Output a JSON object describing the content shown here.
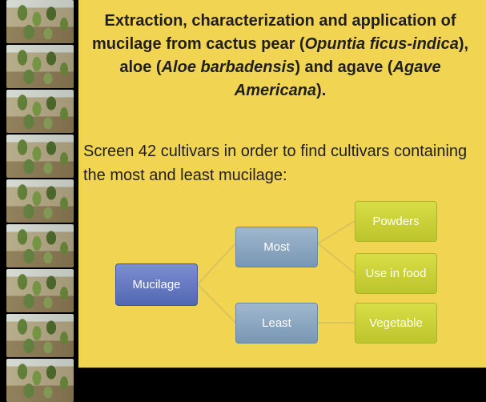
{
  "title": {
    "part1": "Extraction, characterization and application of mucilage from cactus pear (",
    "species1": "Opuntia ficus-indica",
    "part2": "), aloe (",
    "species2": "Aloe barbadensis",
    "part3": ") and agave (",
    "species3": "Agave Americana",
    "part4": ")."
  },
  "body": "Screen 42 cultivars in order to find cultivars containing the most and least mucilage:",
  "diagram": {
    "root": "Mucilage",
    "level1": [
      "Most",
      "Least"
    ],
    "level2": [
      "Powders",
      "Use in food",
      "Vegetable"
    ]
  },
  "colors": {
    "background": "#f2d453",
    "root_fill": "#5267b3",
    "level1_fill": "#7896b4",
    "level2_fill": "#bcc52b",
    "connector": "#d8c45a"
  }
}
